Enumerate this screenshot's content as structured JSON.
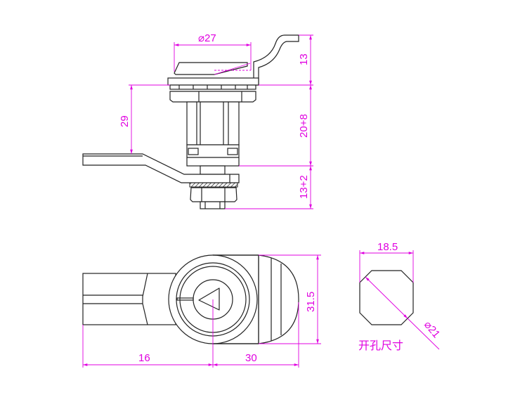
{
  "title": "Cam lock technical drawing",
  "dimensions": {
    "cap_diameter": "⌀27",
    "lever_height": "13",
    "lever_drop": "29",
    "body_length": "20+8",
    "bottom_length": "13+2",
    "lever_length": "16",
    "housing_length": "30",
    "housing_width": "31.5",
    "cutout_width": "18.5",
    "cutout_diameter": "⌀21"
  },
  "cutout_label": "开孔尺寸",
  "colors": {
    "dimension": "#e000e0",
    "outline": "#222222"
  }
}
